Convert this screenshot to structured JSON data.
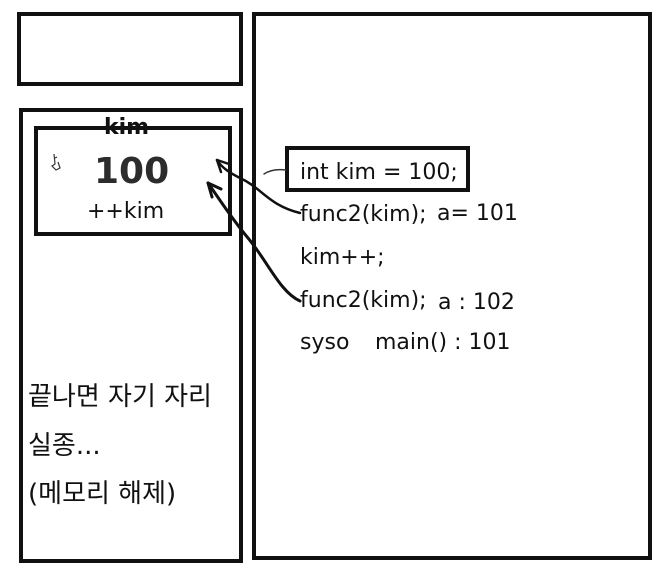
{
  "variable_box": {
    "name": "kim",
    "value": "100",
    "increment": "++kim"
  },
  "code_lines": [
    "int kim = 100;",
    "func2(kim);",
    "a= 101",
    "kim++;",
    "func2(kim);",
    "a : 102",
    "syso",
    "main() : 101"
  ],
  "korean_notes": [
    "끝나면 자기 자리",
    "실종...",
    "(메모리 해제)"
  ],
  "icons": {
    "cursor": "hand-cursor-icon"
  }
}
